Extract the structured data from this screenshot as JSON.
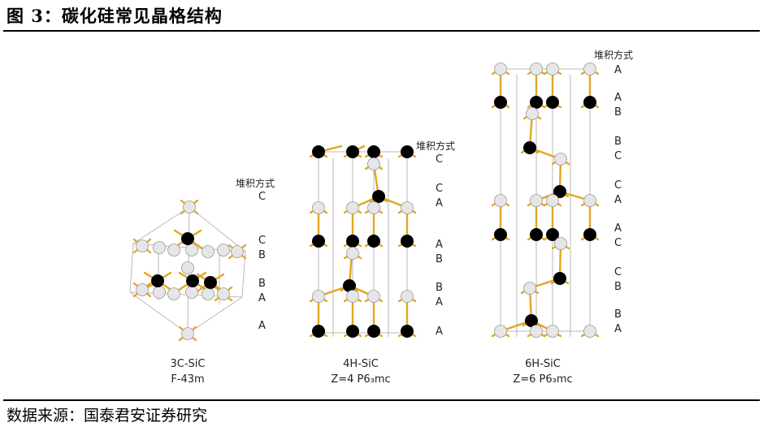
{
  "figure": {
    "title": "图 3：碳化硅常见晶格结构",
    "source": "数据来源：国泰君安证券研究"
  },
  "colors": {
    "bond": "#e3a61e",
    "si_atom": "#e6e6e6",
    "c_atom": "#000000",
    "cell_line": "#b9b9b9"
  },
  "panels": [
    {
      "caption": [
        "3C-SiC",
        "F-43m"
      ],
      "stacking_header": "堆积方式",
      "stacking": [
        "C",
        "C",
        "B",
        "B",
        "A",
        "A"
      ]
    },
    {
      "caption": [
        "4H-SiC",
        "Z=4 P6₃mc"
      ],
      "stacking_header": "堆积方式",
      "stacking": [
        "C",
        "C",
        "A",
        "A",
        "B",
        "B",
        "A",
        "A"
      ]
    },
    {
      "caption": [
        "6H-SiC",
        "Z=6 P6₃mc"
      ],
      "stacking_header": "堆积方式",
      "stacking": [
        "A",
        "A",
        "B",
        "B",
        "C",
        "C",
        "A",
        "A",
        "C",
        "C",
        "B",
        "B",
        "A"
      ]
    }
  ]
}
